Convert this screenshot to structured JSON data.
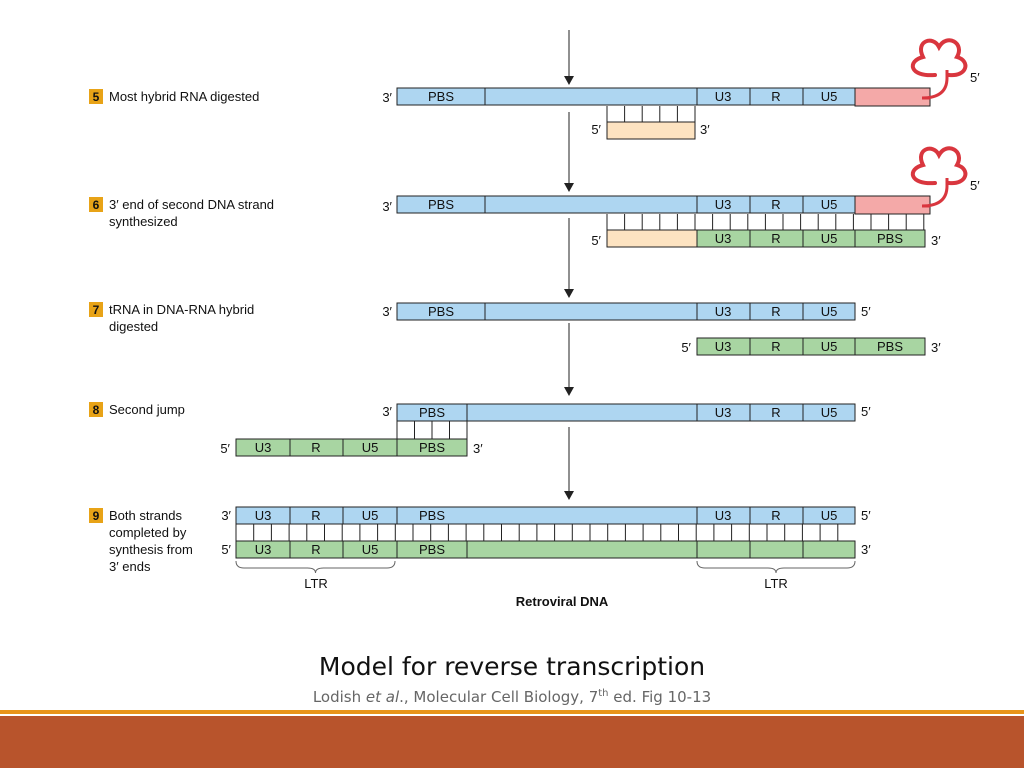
{
  "steps": [
    {
      "num": "5",
      "lines": [
        "Most hybrid RNA digested"
      ]
    },
    {
      "num": "6",
      "lines": [
        "3′ end of second DNA strand",
        "synthesized"
      ]
    },
    {
      "num": "7",
      "lines": [
        "tRNA in DNA-RNA hybrid",
        "digested"
      ]
    },
    {
      "num": "8",
      "lines": [
        "Second jump"
      ]
    },
    {
      "num": "9",
      "lines": [
        "Both strands",
        "completed by",
        "synthesis from",
        "3′ ends"
      ]
    }
  ],
  "labels": {
    "pbs": "PBS",
    "u3": "U3",
    "r": "R",
    "u5": "U5",
    "three_prime": "3′",
    "five_prime": "5′",
    "ltr": "LTR",
    "retroviral_dna": "Retroviral DNA"
  },
  "caption": {
    "title": "Model for reverse transcription",
    "source_author": "Lodish ",
    "source_etal": "et al",
    "source_mid": "., Molecular Cell Biology, 7",
    "source_sup": "th",
    "source_end": " ed. Fig 10-13"
  },
  "colors": {
    "rna_blue": "#aed6f1",
    "dna_green": "#a8d5a2",
    "trna_pink": "#f4a9a8",
    "primer_peach": "#fde3c1",
    "step_badge": "#e8a317",
    "trna_loop": "#d9363e",
    "bottom_bar": "#b8542c",
    "bottom_line": "#e8941a"
  }
}
